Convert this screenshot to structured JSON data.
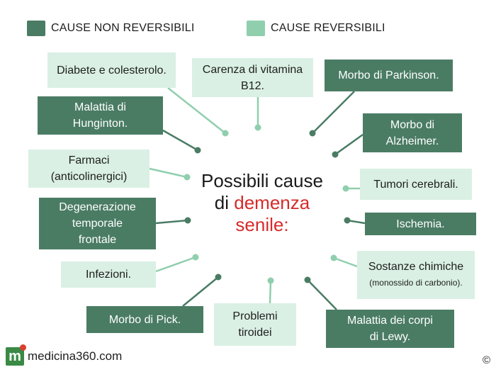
{
  "legend": {
    "non_reversible": "CAUSE NON REVERSIBILI",
    "reversible": "CAUSE REVERSIBILI"
  },
  "colors": {
    "non_reversible": "#4a7c64",
    "reversible": "#daf0e4",
    "reversible_line": "#8fcfae",
    "highlight": "#d62b2b"
  },
  "center": {
    "line1": "Possibili cause",
    "line2_prefix": "di ",
    "line2_highlight": "demenza",
    "line3": "senile:"
  },
  "causes": {
    "diabete": "Diabete e colesterolo.",
    "vitamina": "Carenza di vitamina\nB12.",
    "parkinson": "Morbo di Parkinson.",
    "hunginton": "Malattia di\nHunginton.",
    "alzheimer": "Morbo di\nAlzheimer.",
    "farmaci_line1": "Farmaci",
    "farmaci_line2": "(anticolinergici)",
    "tumori": "Tumori cerebrali.",
    "degenerazione": "Degenerazione\ntemporale\nfrontale",
    "ischemia": "Ischemia.",
    "infezioni": "Infezioni.",
    "sostanze_line1": "Sostanze chimiche",
    "sostanze_line2": "(monossido di carbonio).",
    "pick": "Morbo di Pick.",
    "tiroidei": "Problemi\ntiroidei",
    "lewy": "Malattia dei corpi\ndi Lewy."
  },
  "footer": {
    "brand_letter": "m",
    "brand": "medicina360.com",
    "copyright": "©"
  }
}
